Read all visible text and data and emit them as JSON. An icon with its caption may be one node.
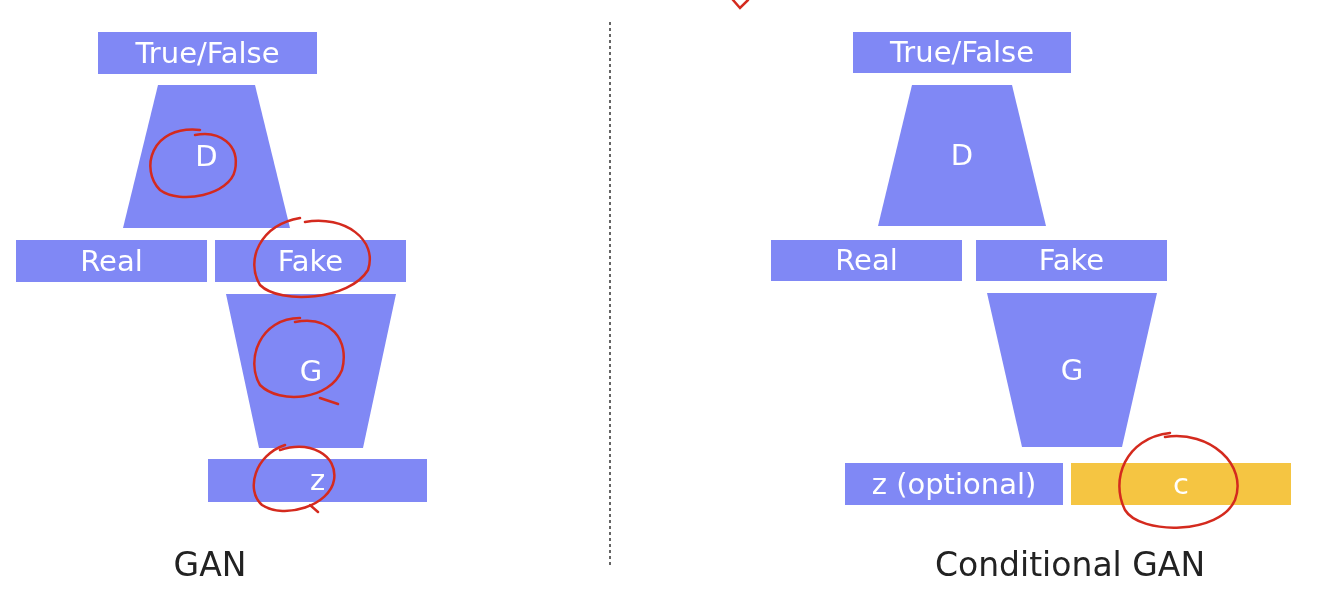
{
  "diagram": {
    "nodes": [
      {
        "text": [
          "True/False"
        ]
      },
      {
        "text": [
          "D"
        ]
      },
      {
        "text": [
          "Real"
        ]
      },
      {
        "text": [
          "Fake"
        ]
      },
      {
        "text": [
          "G"
        ]
      },
      {
        "text": [
          "z"
        ]
      },
      {
        "text": [
          "True/False"
        ]
      },
      {
        "text": [
          "D"
        ]
      },
      {
        "text": [
          "Real"
        ]
      },
      {
        "text": [
          "Fake"
        ]
      },
      {
        "text": [
          "G"
        ]
      },
      {
        "text": [
          "z (optional)"
        ]
      },
      {
        "text": [
          "c"
        ]
      }
    ],
    "labels": [
      "GAN",
      "Conditional GAN"
    ]
  }
}
